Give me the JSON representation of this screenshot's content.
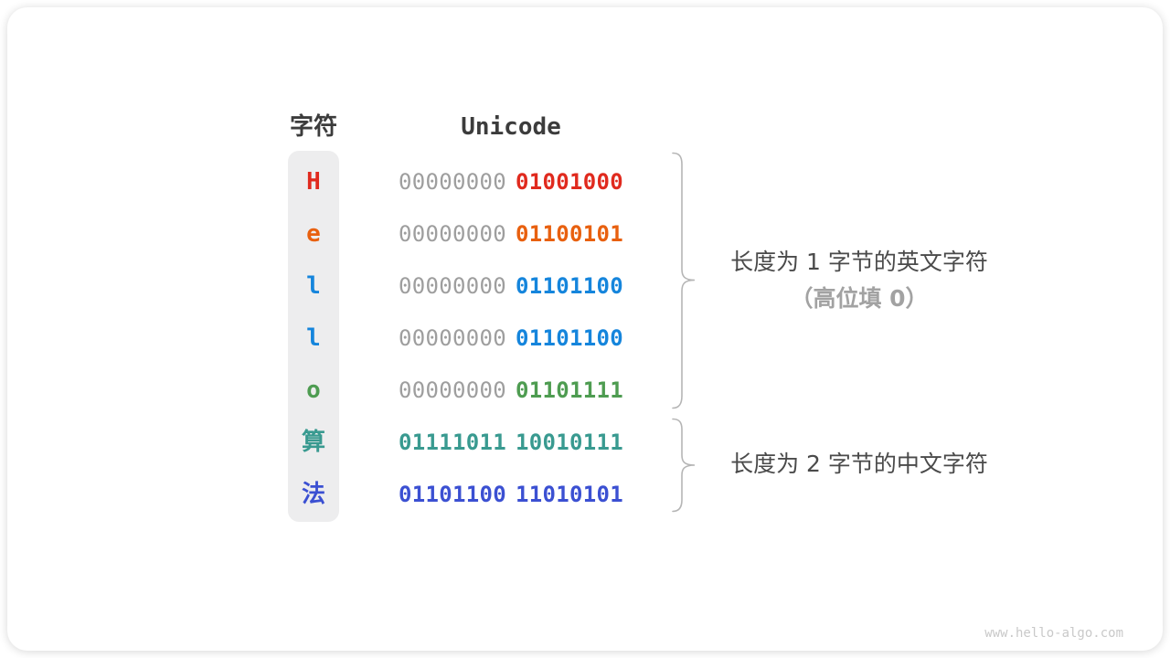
{
  "colors": {
    "card-bg": "#ffffff",
    "header-text": "#3c3c3c",
    "char-col-bg": "#ededee",
    "gray-bits": "#9e9e9e",
    "annotation-dark": "#4a4a4a",
    "annotation-light": "#a2a2a2",
    "brace": "#b5b5b5",
    "watermark": "#c9c9c9",
    "red": "#e02a1e",
    "orange": "#e8600f",
    "blue": "#1585dc",
    "green": "#4e9c51",
    "teal": "#399a90",
    "indigo": "#3b50d2"
  },
  "table": {
    "char_header": "字符",
    "unicode_header": "Unicode",
    "rows": [
      {
        "char": "H",
        "color": "#e02a1e",
        "byte1": "00000000",
        "byte1_color": "#9e9e9e",
        "byte1_bold": false,
        "byte2": "01001000",
        "byte2_color": "#e02a1e"
      },
      {
        "char": "e",
        "color": "#e8600f",
        "byte1": "00000000",
        "byte1_color": "#9e9e9e",
        "byte1_bold": false,
        "byte2": "01100101",
        "byte2_color": "#e8600f"
      },
      {
        "char": "l",
        "color": "#1585dc",
        "byte1": "00000000",
        "byte1_color": "#9e9e9e",
        "byte1_bold": false,
        "byte2": "01101100",
        "byte2_color": "#1585dc"
      },
      {
        "char": "l",
        "color": "#1585dc",
        "byte1": "00000000",
        "byte1_color": "#9e9e9e",
        "byte1_bold": false,
        "byte2": "01101100",
        "byte2_color": "#1585dc"
      },
      {
        "char": "o",
        "color": "#4e9c51",
        "byte1": "00000000",
        "byte1_color": "#9e9e9e",
        "byte1_bold": false,
        "byte2": "01101111",
        "byte2_color": "#4e9c51"
      },
      {
        "char": "算",
        "color": "#399a90",
        "byte1": "01111011",
        "byte1_color": "#399a90",
        "byte1_bold": true,
        "byte2": "10010111",
        "byte2_color": "#399a90"
      },
      {
        "char": "法",
        "color": "#3b50d2",
        "byte1": "01101100",
        "byte1_color": "#3b50d2",
        "byte1_bold": true,
        "byte2": "11010101",
        "byte2_color": "#3b50d2"
      }
    ]
  },
  "annotations": {
    "group1_line1": "长度为 1 字节的英文字符",
    "group1_line2": "（高位填 0）",
    "group2_line1": "长度为 2 字节的中文字符"
  },
  "watermark": "www.hello-algo.com"
}
